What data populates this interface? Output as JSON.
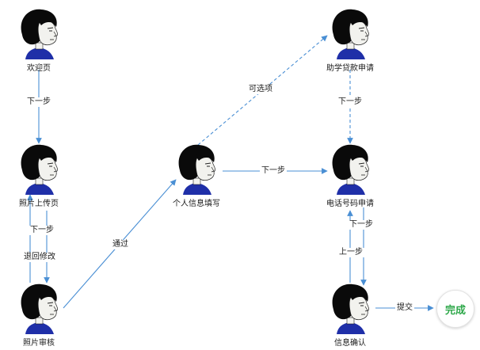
{
  "nodes": [
    {
      "id": "welcome",
      "label": "欢迎页",
      "icon": "user-avatar-icon"
    },
    {
      "id": "photo-upload",
      "label": "照片上传页",
      "icon": "user-avatar-icon"
    },
    {
      "id": "photo-review",
      "label": "照片审核",
      "icon": "user-avatar-icon"
    },
    {
      "id": "personal-info",
      "label": "个人信息填写",
      "icon": "user-avatar-icon"
    },
    {
      "id": "student-loan",
      "label": "助学贷款申请",
      "icon": "user-avatar-icon"
    },
    {
      "id": "phone-apply",
      "label": "电话号码申请",
      "icon": "user-avatar-icon"
    },
    {
      "id": "info-confirm",
      "label": "信息确认",
      "icon": "user-avatar-icon"
    },
    {
      "id": "done",
      "label": "完成"
    }
  ],
  "edges": [
    {
      "from": "welcome",
      "to": "photo-upload",
      "label": "下一步",
      "style": "solid"
    },
    {
      "from": "photo-upload",
      "to": "photo-review",
      "label": "下一步",
      "style": "solid"
    },
    {
      "from": "photo-review",
      "to": "photo-upload",
      "label": "退回修改",
      "style": "solid"
    },
    {
      "from": "photo-review",
      "to": "personal-info",
      "label": "通过",
      "style": "solid"
    },
    {
      "from": "personal-info",
      "to": "student-loan",
      "label": "可选项",
      "style": "dashed"
    },
    {
      "from": "personal-info",
      "to": "phone-apply",
      "label": "下一步",
      "style": "solid"
    },
    {
      "from": "student-loan",
      "to": "phone-apply",
      "label": "下一步",
      "style": "dashed"
    },
    {
      "from": "phone-apply",
      "to": "info-confirm",
      "label": "下一步",
      "style": "solid"
    },
    {
      "from": "info-confirm",
      "to": "phone-apply",
      "label": "上一步",
      "style": "solid"
    },
    {
      "from": "info-confirm",
      "to": "done",
      "label": "提交",
      "style": "solid"
    }
  ],
  "colors": {
    "edge": "#4a8fd4",
    "hair": "#0a0a0a",
    "face": "#f2f2ee",
    "shirt": "#1f2fa8",
    "done_text": "#2ea84a"
  }
}
